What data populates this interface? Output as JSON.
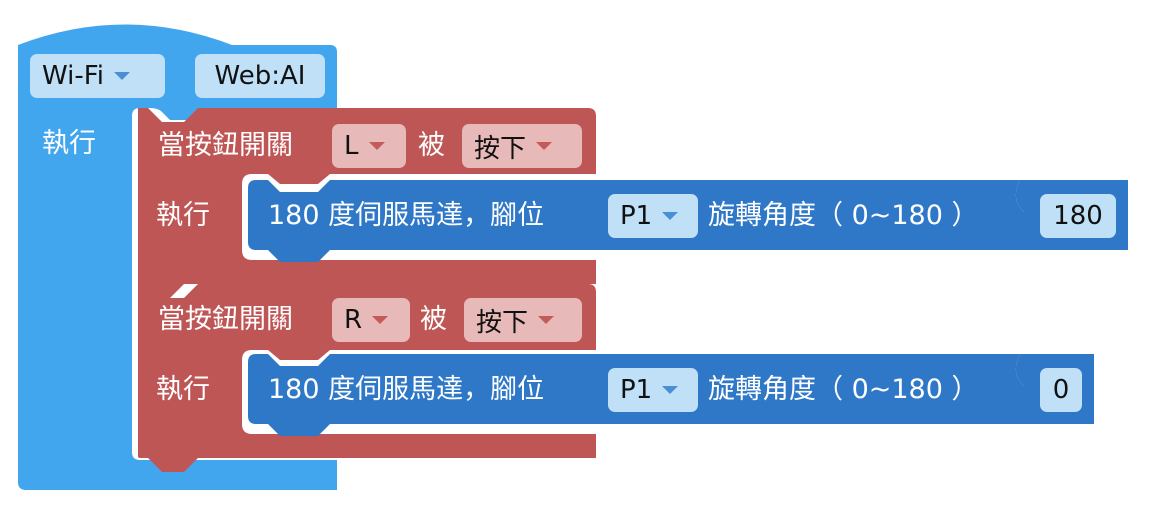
{
  "colors": {
    "wifi_block": "#42a6ef",
    "button_block": "#bf5656",
    "servo_block": "#2f78c8",
    "dropdown_blue": "#bfe0f6",
    "dropdown_red": "#e7b9b9"
  },
  "wifi_block": {
    "dropdown": "Wi-Fi",
    "label": "Web:AI",
    "do_label": "執行"
  },
  "button_handlers": [
    {
      "label_when": "當按鈕開關",
      "button": "L",
      "label_is": "被",
      "state": "按下",
      "do_label": "執行",
      "servo": {
        "label": "180 度伺服馬達，腳位",
        "pin": "P1",
        "angle_label": "旋轉角度（ 0~180 ）",
        "angle": "180"
      }
    },
    {
      "label_when": "當按鈕開關",
      "button": "R",
      "label_is": "被",
      "state": "按下",
      "do_label": "執行",
      "servo": {
        "label": "180 度伺服馬達，腳位",
        "pin": "P1",
        "angle_label": "旋轉角度（ 0~180 ）",
        "angle": "0"
      }
    }
  ]
}
